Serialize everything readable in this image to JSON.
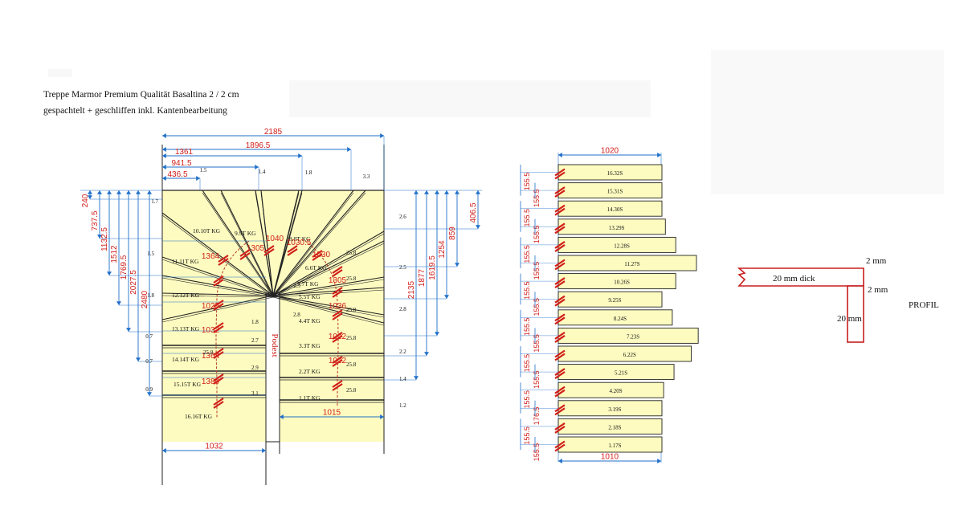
{
  "header": {
    "line1": "Treppe Marmor Premium Qualität Basaltina 2 / 2 cm",
    "line2": "gespachtelt + geschliffen inkl. Kantenbearbeitung"
  },
  "colors": {
    "tread_fill": "#fdfbc0",
    "dimension_blue": "#1f6fc9",
    "dimension_red": "#d0201a",
    "outline": "#222222",
    "profile_red": "#c81e1e"
  },
  "plan": {
    "top_dims": [
      "2185",
      "1896.5",
      "1361",
      "941.5",
      "436.5"
    ],
    "top_offsets": [
      "1.5",
      "1.4",
      "1.8",
      "3.3"
    ],
    "left_dims": [
      "240",
      "737.5",
      "1132.5",
      "1512",
      "1769.5",
      "2027.5",
      "2480"
    ],
    "left_offsets": [
      "1.7",
      "1.5",
      "1.8",
      "0.7",
      "0.7",
      "0.9"
    ],
    "right_dims": [
      "406.5",
      "859",
      "1254",
      "1619.5",
      "1877",
      "2135"
    ],
    "right_offsets": [
      "2.6",
      "2.5",
      "2.8",
      "2.2",
      "1.4",
      "1.2"
    ],
    "bottom_left_dim": "1032",
    "bottom_right_dim": "1015",
    "pillar_label": "Podest",
    "left_treads": [
      "10.10T KG",
      "11.11T KG",
      "12.12T KG",
      "13.13T KG",
      "14.14T KG",
      "15.15T KG",
      "16.16T KG"
    ],
    "right_treads": [
      "9.9T KG",
      "8.8T KG",
      "7.7T KG",
      "6.6T KG",
      "5.5T KG",
      "4.4T KG",
      "3.3T KG",
      "2.2T KG",
      "1.1T KG"
    ],
    "red_run_dims": [
      "1364",
      "1305",
      "1040",
      "1030.5",
      "1030",
      "1025",
      "1032",
      "1364",
      "1380",
      "1305",
      "1036",
      "1022",
      "1022"
    ],
    "small_vals": [
      "25.8",
      "2.9",
      "3.1",
      "2.7",
      "1.8",
      "2.3",
      "2.8"
    ]
  },
  "pieces": {
    "top_width": "1020",
    "bottom_width": "1010",
    "items": [
      {
        "label": "16.32S",
        "dim_outer": "155.5",
        "dim_inner": "155.5",
        "w": 0.6
      },
      {
        "label": "15.31S",
        "dim_outer": "155.5",
        "dim_inner": "155.5",
        "w": 0.6
      },
      {
        "label": "14.30S",
        "dim_outer": "155.5",
        "dim_inner": "155.5",
        "w": 0.6
      },
      {
        "label": "13.29S",
        "dim_outer": "155.5",
        "dim_inner": "155.5",
        "w": 0.62
      },
      {
        "label": "12.28S",
        "dim_outer": "155.5",
        "dim_inner": "155.5",
        "w": 0.68
      },
      {
        "label": "11.27S",
        "dim_outer": "155.5",
        "dim_inner": "155.5",
        "w": 0.8
      },
      {
        "label": "10.26S",
        "dim_outer": "155.5",
        "dim_inner": "155.5",
        "w": 0.68
      },
      {
        "label": "9.25S",
        "dim_outer": "155.5",
        "dim_inner": "155.5",
        "w": 0.6
      },
      {
        "label": "8.24S",
        "dim_outer": "155.5",
        "dim_inner": "155.5",
        "w": 0.66
      },
      {
        "label": "7.23S",
        "dim_outer": "155.5",
        "dim_inner": "155.5",
        "w": 0.81
      },
      {
        "label": "6.22S",
        "dim_outer": "155.5",
        "dim_inner": "155.5",
        "w": 0.77
      },
      {
        "label": "5.21S",
        "dim_outer": "155.5",
        "dim_inner": "155.5",
        "w": 0.67
      },
      {
        "label": "4.20S",
        "dim_outer": "155.5",
        "dim_inner": "155.5",
        "w": 0.61
      },
      {
        "label": "3.19S",
        "dim_outer": "155.5",
        "dim_inner": "176.5",
        "w": 0.6
      },
      {
        "label": "2.18S",
        "dim_outer": "155.5",
        "dim_inner": "155.5",
        "w": 0.6
      },
      {
        "label": "1.17S",
        "dim_outer": "155.5",
        "dim_inner": "155.5",
        "w": 0.6
      }
    ]
  },
  "profile": {
    "top_label": "2 mm",
    "mid_label": "2 mm",
    "thickness_label": "20 mm dick",
    "height_label": "20 mm",
    "title": "PROFIL"
  }
}
